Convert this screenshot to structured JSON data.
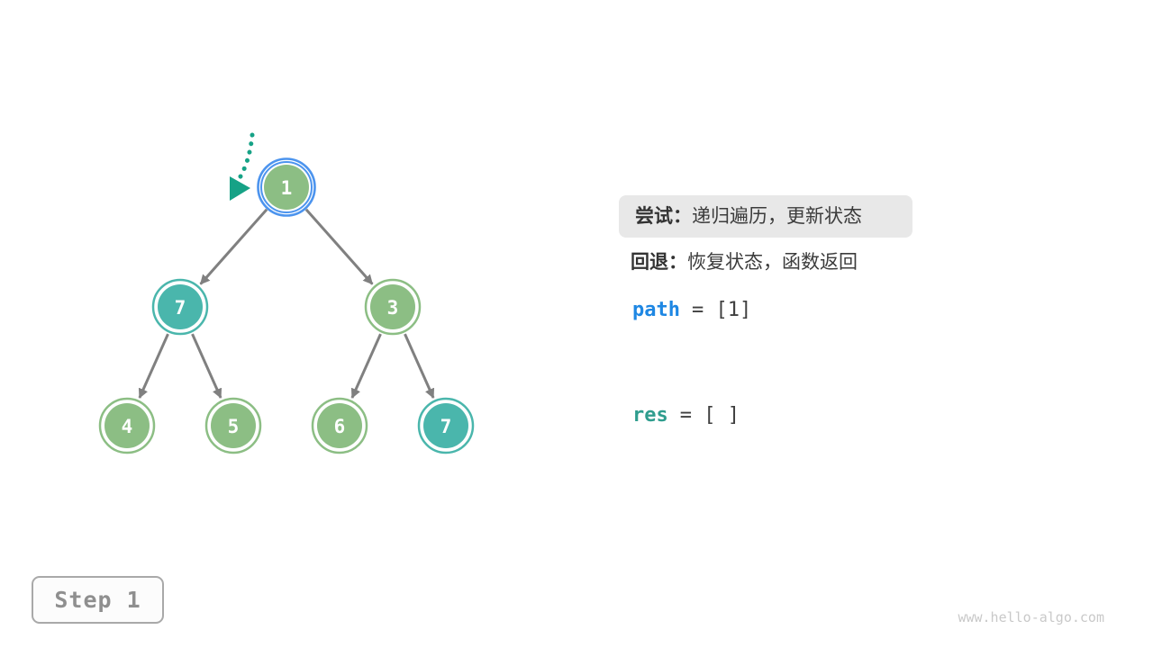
{
  "figure": {
    "step_label": "Step 1",
    "watermark": "www.hello-algo.com"
  },
  "colors": {
    "node_green": "#8CBE84",
    "node_teal": "#4AB6AC",
    "highlight_ring_blue": "#4C94EE",
    "edge_gray": "#808080",
    "pointer_teal": "#16A286",
    "path_keyword_blue": "#1E87E3",
    "res_keyword_teal": "#2F9D8E",
    "note_highlight_bg": "#E8E8E8",
    "text_dark": "#3C3C3C"
  },
  "tree": {
    "nodes": [
      {
        "value": "1",
        "color": "green",
        "highlighted": true
      },
      {
        "value": "7",
        "color": "teal",
        "highlighted": false
      },
      {
        "value": "3",
        "color": "green",
        "highlighted": false
      },
      {
        "value": "4",
        "color": "green",
        "highlighted": false
      },
      {
        "value": "5",
        "color": "green",
        "highlighted": false
      },
      {
        "value": "6",
        "color": "green",
        "highlighted": false
      },
      {
        "value": "7",
        "color": "teal",
        "highlighted": false
      }
    ],
    "edges": [
      [
        0,
        1
      ],
      [
        0,
        2
      ],
      [
        1,
        3
      ],
      [
        1,
        4
      ],
      [
        2,
        5
      ],
      [
        2,
        6
      ]
    ]
  },
  "panel": {
    "try_note": {
      "label": "尝试：",
      "text": "递归遍历，更新状态",
      "highlighted": true
    },
    "back_note": {
      "label": "回退：",
      "text": "恢复状态，函数返回",
      "highlighted": false
    },
    "path_var": {
      "keyword": "path",
      "rest": "= [1]"
    },
    "res_var": {
      "keyword": "res",
      "rest": "= [ ]"
    }
  }
}
